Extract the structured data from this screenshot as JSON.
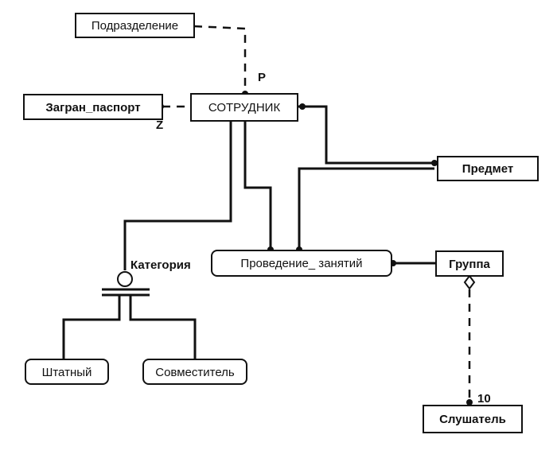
{
  "entities": {
    "subdivision": "Подразделение",
    "passport": "Загран_паспорт",
    "employee": "СОТРУДНИК",
    "subject": "Предмет",
    "lesson": "Проведение_ занятий",
    "group": "Группа",
    "fulltime": "Штатный",
    "parttime": "Совместитель",
    "student": "Слушатель"
  },
  "labels": {
    "category": "Категория",
    "p": "P",
    "z": "Z",
    "ten": "10"
  }
}
